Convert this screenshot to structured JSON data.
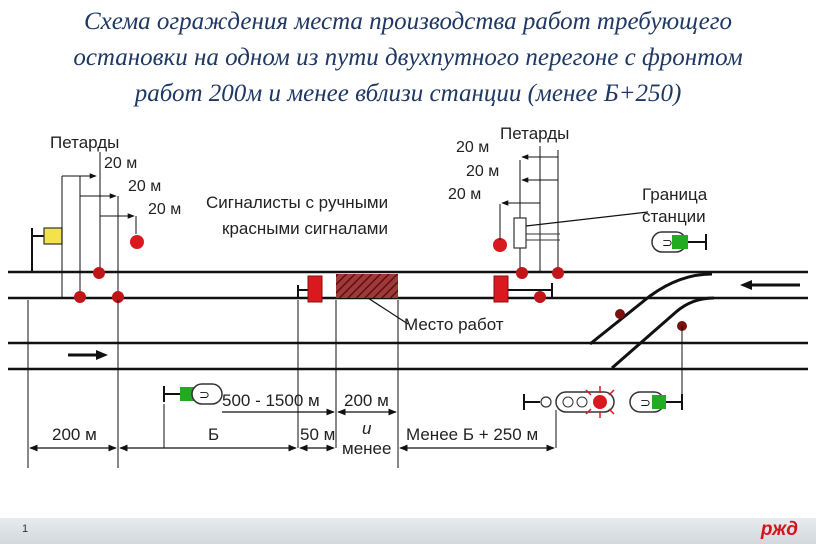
{
  "title": {
    "line1": "Схема ограждения места производства работ требующего",
    "line2": "остановки на одном  из пути двухпутного перегоне с фронтом",
    "line3": "работ 200м и менее вблизи станции (менее Б+250)"
  },
  "labels": {
    "petards_left": "Петарды",
    "petards_right": "Петарды",
    "dist_20m_1": "20 м",
    "dist_20m_2": "20 м",
    "dist_20m_3": "20 м",
    "dist_20m_4": "20 м",
    "dist_20m_5": "20 м",
    "dist_20m_6": "20 м",
    "signalmen_line1": "Сигналисты с ручными",
    "signalmen_line2": "красными сигналами",
    "station_border_line1": "Граница",
    "station_border_line2": "станции",
    "work_place": "Место работ",
    "dim_200m": "200 м",
    "dim_500_1500": "500 - 1500 м",
    "dim_200m_work": "200 м",
    "dim_b": "Б",
    "dim_50m": "50 м",
    "dim_or_1": "и",
    "dim_or_2": "менее",
    "dim_less_b250": "Менее Б + 250 м"
  },
  "footer": {
    "page_number": "1",
    "logo": "ржд"
  },
  "colors": {
    "title": "#1f3864",
    "signal_red": "#d9191f",
    "signal_green": "#22aa22",
    "petard": "#c0161a",
    "yellow_flag": "#f3e24a",
    "logo": "#d6131b"
  }
}
